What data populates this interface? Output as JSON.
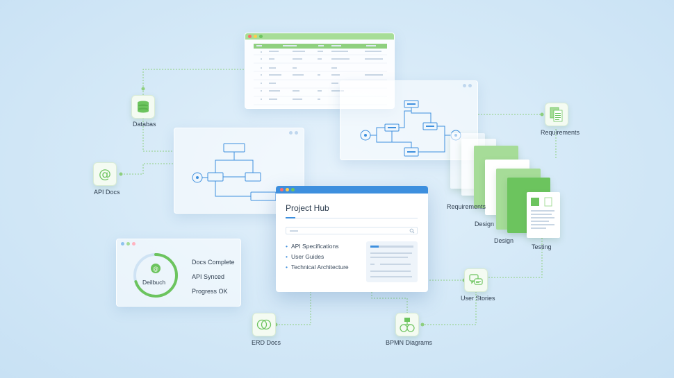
{
  "colors": {
    "accent_blue": "#3d8fde",
    "green": "#6cc45e",
    "light_green": "#a6dc98",
    "connector": "#8fd07f"
  },
  "nodes": {
    "database": {
      "label": "Databas",
      "icon": "database-icon"
    },
    "api_docs": {
      "label": "API Docs",
      "icon": "at-sign-icon"
    },
    "requirements_top": {
      "label": "Requirements",
      "icon": "documents-icon"
    },
    "erd_docs": {
      "label": "ERD Docs",
      "icon": "overlapping-circles-icon"
    },
    "bpmn": {
      "label": "BPMN Diagrams",
      "icon": "bpmn-diagram-icon"
    },
    "user_stories": {
      "label": "User Stories",
      "icon": "chat-bubbles-icon"
    }
  },
  "hub": {
    "title": "Project Hub",
    "items": [
      "API Specifications",
      "User Guides",
      "Technical Architecture"
    ]
  },
  "status": {
    "ring_label": "Deilbuch",
    "ring_progress": 0.7,
    "lines": [
      "Docs Complete",
      "API Synced",
      "Progress OK"
    ]
  },
  "doc_stack": {
    "labels": [
      "Requirements",
      "Design",
      "Design",
      "Testing"
    ]
  }
}
